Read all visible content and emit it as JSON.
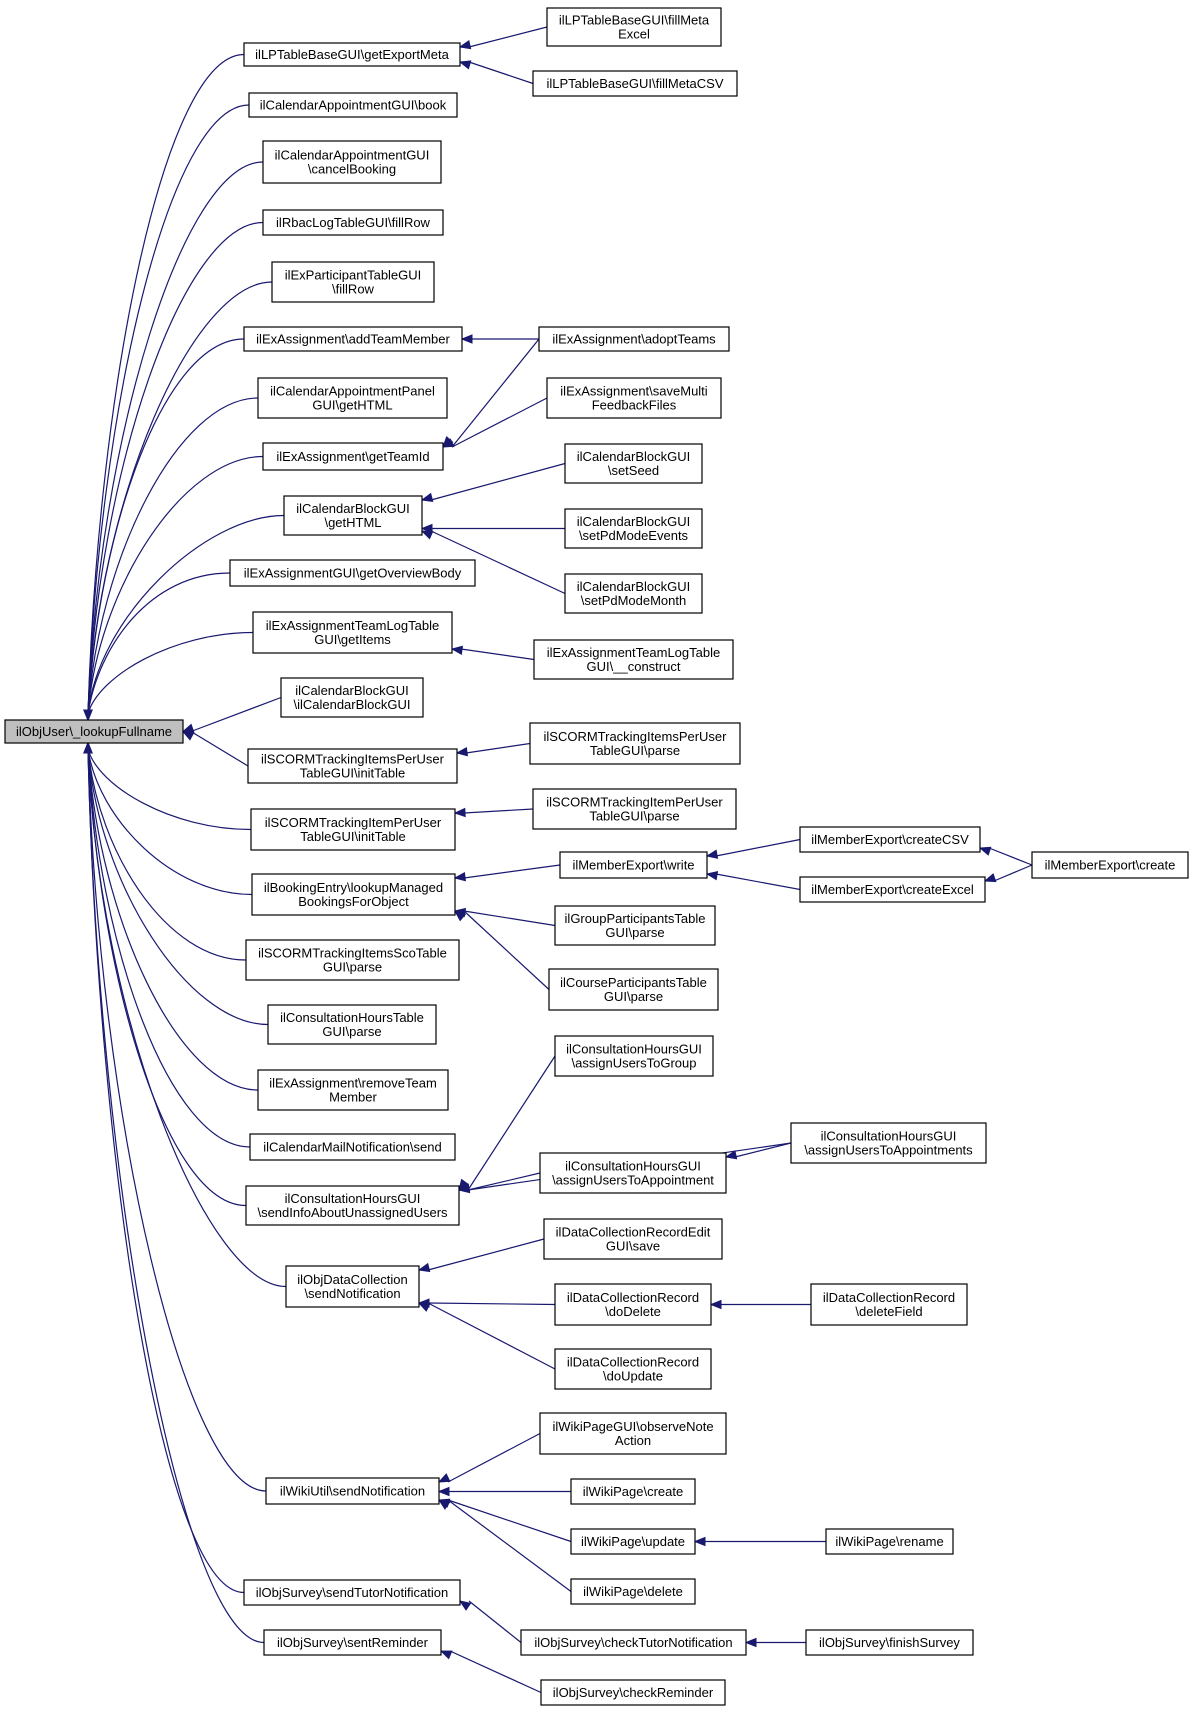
{
  "diagram": {
    "colors": {
      "edge": "#191970",
      "node_border": "#000000",
      "root_fill": "#bfbfbf",
      "node_fill": "#ffffff"
    },
    "nodes": [
      {
        "id": "root",
        "lines": [
          "ilObjUser\\_lookupFullname"
        ],
        "root": true
      },
      {
        "id": "lpGetExportMeta",
        "lines": [
          "ilLPTableBaseGUI\\getExportMeta"
        ]
      },
      {
        "id": "lpFillMetaExcel",
        "lines": [
          "ilLPTableBaseGUI\\fillMeta",
          "Excel"
        ]
      },
      {
        "id": "lpFillMetaCSV",
        "lines": [
          "ilLPTableBaseGUI\\fillMetaCSV"
        ]
      },
      {
        "id": "calApptBook",
        "lines": [
          "ilCalendarAppointmentGUI\\book"
        ]
      },
      {
        "id": "calApptCancel",
        "lines": [
          "ilCalendarAppointmentGUI",
          "\\cancelBooking"
        ]
      },
      {
        "id": "rbacFillRow",
        "lines": [
          "ilRbacLogTableGUI\\fillRow"
        ]
      },
      {
        "id": "exPartFillRow",
        "lines": [
          "ilExParticipantTableGUI",
          "\\fillRow"
        ]
      },
      {
        "id": "exAddTeamMember",
        "lines": [
          "ilExAssignment\\addTeamMember"
        ]
      },
      {
        "id": "exAdoptTeams",
        "lines": [
          "ilExAssignment\\adoptTeams"
        ]
      },
      {
        "id": "calApptPanel",
        "lines": [
          "ilCalendarAppointmentPanel",
          "GUI\\getHTML"
        ]
      },
      {
        "id": "exSaveMulti",
        "lines": [
          "ilExAssignment\\saveMulti",
          "FeedbackFiles"
        ]
      },
      {
        "id": "exGetTeamId",
        "lines": [
          "ilExAssignment\\getTeamId"
        ]
      },
      {
        "id": "calBlockSetSeed",
        "lines": [
          "ilCalendarBlockGUI",
          "\\setSeed"
        ]
      },
      {
        "id": "calBlockGetHTML",
        "lines": [
          "ilCalendarBlockGUI",
          "\\getHTML"
        ]
      },
      {
        "id": "calBlockPdEvents",
        "lines": [
          "ilCalendarBlockGUI",
          "\\setPdModeEvents"
        ]
      },
      {
        "id": "calBlockPdMonth",
        "lines": [
          "ilCalendarBlockGUI",
          "\\setPdModeMonth"
        ]
      },
      {
        "id": "exGuiOverview",
        "lines": [
          "ilExAssignmentGUI\\getOverviewBody"
        ]
      },
      {
        "id": "exTeamLogGetItems",
        "lines": [
          "ilExAssignmentTeamLogTable",
          "GUI\\getItems"
        ]
      },
      {
        "id": "exTeamLogConstruct",
        "lines": [
          "ilExAssignmentTeamLogTable",
          "GUI\\__construct"
        ]
      },
      {
        "id": "calBlockCtor",
        "lines": [
          "ilCalendarBlockGUI",
          "\\ilCalendarBlockGUI"
        ]
      },
      {
        "id": "scormItemsInit",
        "lines": [
          "ilSCORMTrackingItemsPerUser",
          "TableGUI\\initTable"
        ]
      },
      {
        "id": "scormItemsParse",
        "lines": [
          "ilSCORMTrackingItemsPerUser",
          "TableGUI\\parse"
        ]
      },
      {
        "id": "scormItemInit",
        "lines": [
          "ilSCORMTrackingItemPerUser",
          "TableGUI\\initTable"
        ]
      },
      {
        "id": "scormItemParse",
        "lines": [
          "ilSCORMTrackingItemPerUser",
          "TableGUI\\parse"
        ]
      },
      {
        "id": "memberExportWrite",
        "lines": [
          "ilMemberExport\\write"
        ]
      },
      {
        "id": "memberExportCSV",
        "lines": [
          "ilMemberExport\\createCSV"
        ]
      },
      {
        "id": "memberExportCreate",
        "lines": [
          "ilMemberExport\\create"
        ]
      },
      {
        "id": "memberExportExcel",
        "lines": [
          "ilMemberExport\\createExcel"
        ]
      },
      {
        "id": "bookingLookup",
        "lines": [
          "ilBookingEntry\\lookupManaged",
          "BookingsForObject"
        ]
      },
      {
        "id": "grpParticipants",
        "lines": [
          "ilGroupParticipantsTable",
          "GUI\\parse"
        ]
      },
      {
        "id": "crsParticipants",
        "lines": [
          "ilCourseParticipantsTable",
          "GUI\\parse"
        ]
      },
      {
        "id": "scormScoParse",
        "lines": [
          "ilSCORMTrackingItemsScoTable",
          "GUI\\parse"
        ]
      },
      {
        "id": "consultTableParse",
        "lines": [
          "ilConsultationHoursTable",
          "GUI\\parse"
        ]
      },
      {
        "id": "consultAssignGroup",
        "lines": [
          "ilConsultationHoursGUI",
          "\\assignUsersToGroup"
        ]
      },
      {
        "id": "exRemoveTeam",
        "lines": [
          "ilExAssignment\\removeTeam",
          "Member"
        ]
      },
      {
        "id": "calMailSend",
        "lines": [
          "ilCalendarMailNotification\\send"
        ]
      },
      {
        "id": "consultAssignAppts",
        "lines": [
          "ilConsultationHoursGUI",
          "\\assignUsersToAppointments"
        ]
      },
      {
        "id": "consultAssignAppt",
        "lines": [
          "ilConsultationHoursGUI",
          "\\assignUsersToAppointment"
        ]
      },
      {
        "id": "consultSendInfo",
        "lines": [
          "ilConsultationHoursGUI",
          "\\sendInfoAboutUnassignedUsers"
        ]
      },
      {
        "id": "dclEditSave",
        "lines": [
          "ilDataCollectionRecordEdit",
          "GUI\\save"
        ]
      },
      {
        "id": "dclSendNotif",
        "lines": [
          "ilObjDataCollection",
          "\\sendNotification"
        ]
      },
      {
        "id": "dclDoDelete",
        "lines": [
          "ilDataCollectionRecord",
          "\\doDelete"
        ]
      },
      {
        "id": "dclDeleteField",
        "lines": [
          "ilDataCollectionRecord",
          "\\deleteField"
        ]
      },
      {
        "id": "dclDoUpdate",
        "lines": [
          "ilDataCollectionRecord",
          "\\doUpdate"
        ]
      },
      {
        "id": "wikiObserve",
        "lines": [
          "ilWikiPageGUI\\observeNote",
          "Action"
        ]
      },
      {
        "id": "wikiSendNotif",
        "lines": [
          "ilWikiUtil\\sendNotification"
        ]
      },
      {
        "id": "wikiCreate",
        "lines": [
          "ilWikiPage\\create"
        ]
      },
      {
        "id": "wikiUpdate",
        "lines": [
          "ilWikiPage\\update"
        ]
      },
      {
        "id": "wikiRename",
        "lines": [
          "ilWikiPage\\rename"
        ]
      },
      {
        "id": "wikiDelete",
        "lines": [
          "ilWikiPage\\delete"
        ]
      },
      {
        "id": "svySendTutor",
        "lines": [
          "ilObjSurvey\\sendTutorNotification"
        ]
      },
      {
        "id": "svyCheckTutor",
        "lines": [
          "ilObjSurvey\\checkTutorNotification"
        ]
      },
      {
        "id": "svyFinish",
        "lines": [
          "ilObjSurvey\\finishSurvey"
        ]
      },
      {
        "id": "svySentReminder",
        "lines": [
          "ilObjSurvey\\sentReminder"
        ]
      },
      {
        "id": "svyCheckReminder",
        "lines": [
          "ilObjSurvey\\checkReminder"
        ]
      }
    ]
  }
}
